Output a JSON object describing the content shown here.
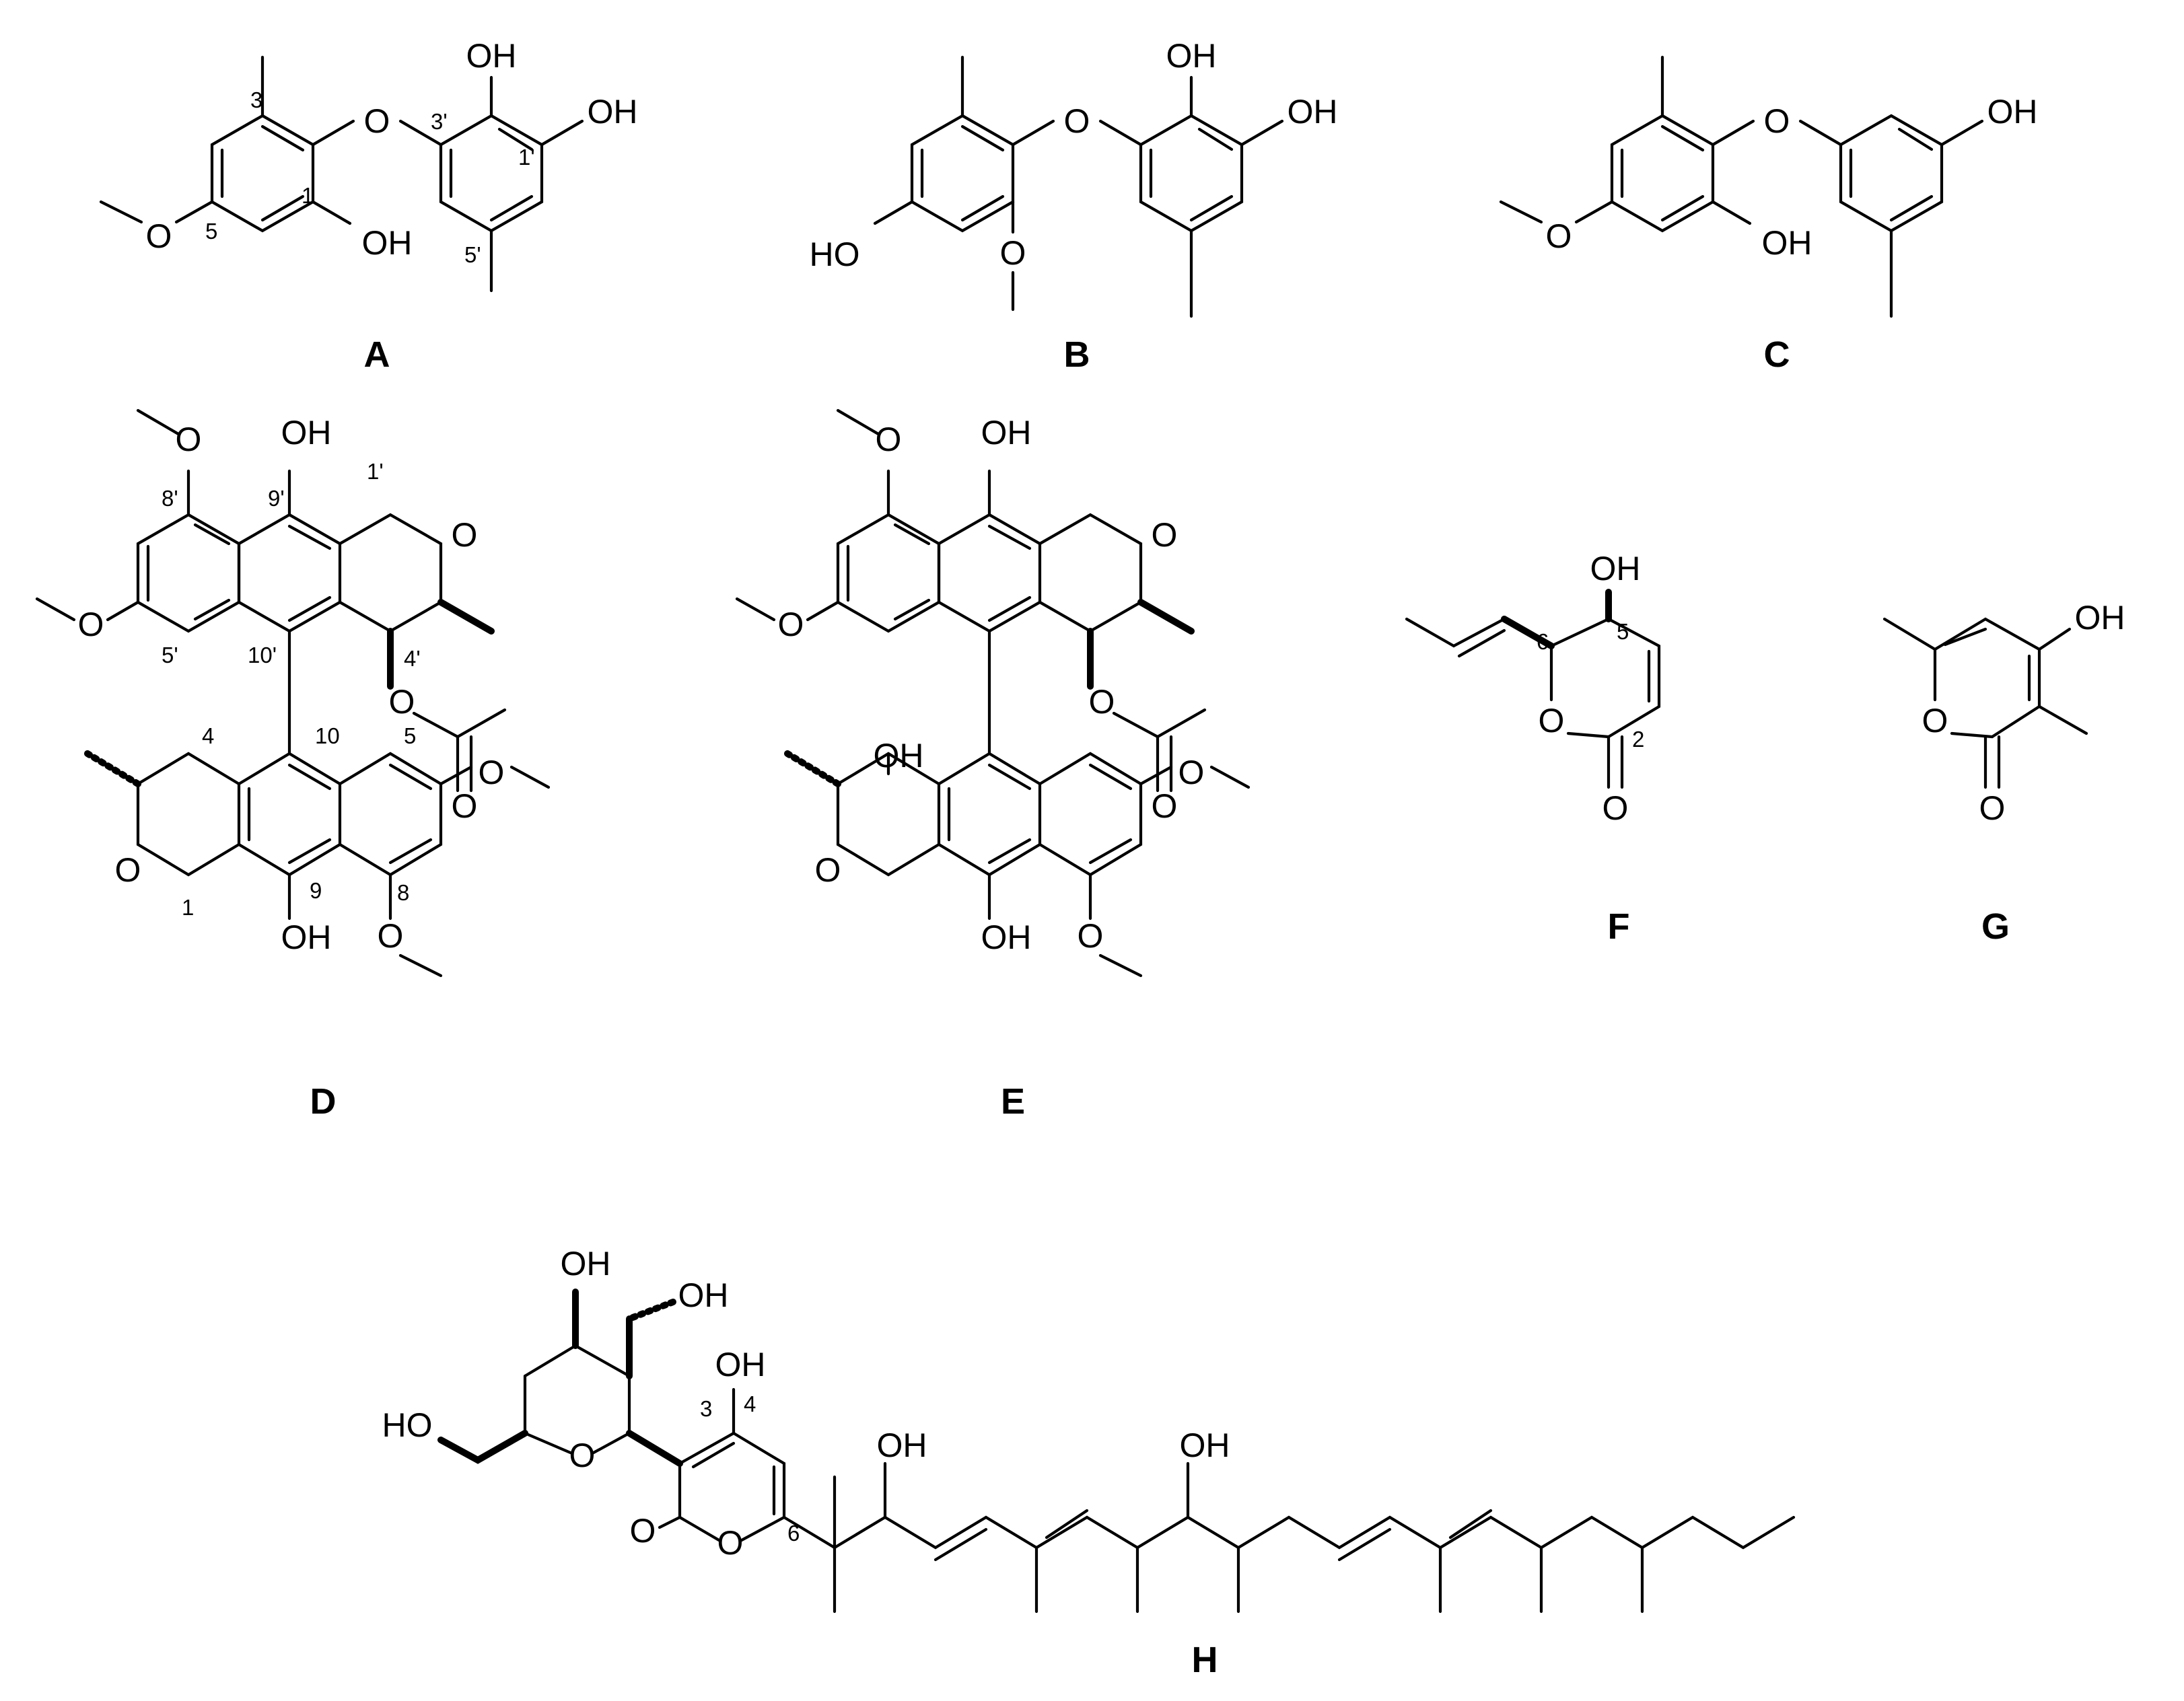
{
  "labels": {
    "A": "A",
    "B": "B",
    "C": "C",
    "D": "D",
    "E": "E",
    "F": "F",
    "G": "G",
    "H": "H"
  },
  "atoms": {
    "OH": "OH",
    "HO": "HO",
    "O": "O"
  },
  "numbering": {
    "A": {
      "n3": "3",
      "n1": "1",
      "n5": "5",
      "n3p": "3'",
      "n1p": "1'",
      "n5p": "5'"
    },
    "D": {
      "n8p": "8'",
      "n9p": "9'",
      "n1p": "1'",
      "n5p": "5'",
      "n10p": "10'",
      "n4p": "4'",
      "n4": "4",
      "n10": "10",
      "n5": "5",
      "n1": "1",
      "n9": "9",
      "n8": "8"
    },
    "F": {
      "n5": "5",
      "n6": "6",
      "n2": "2"
    },
    "H": {
      "n3": "3",
      "n4": "4",
      "n6": "6"
    }
  }
}
